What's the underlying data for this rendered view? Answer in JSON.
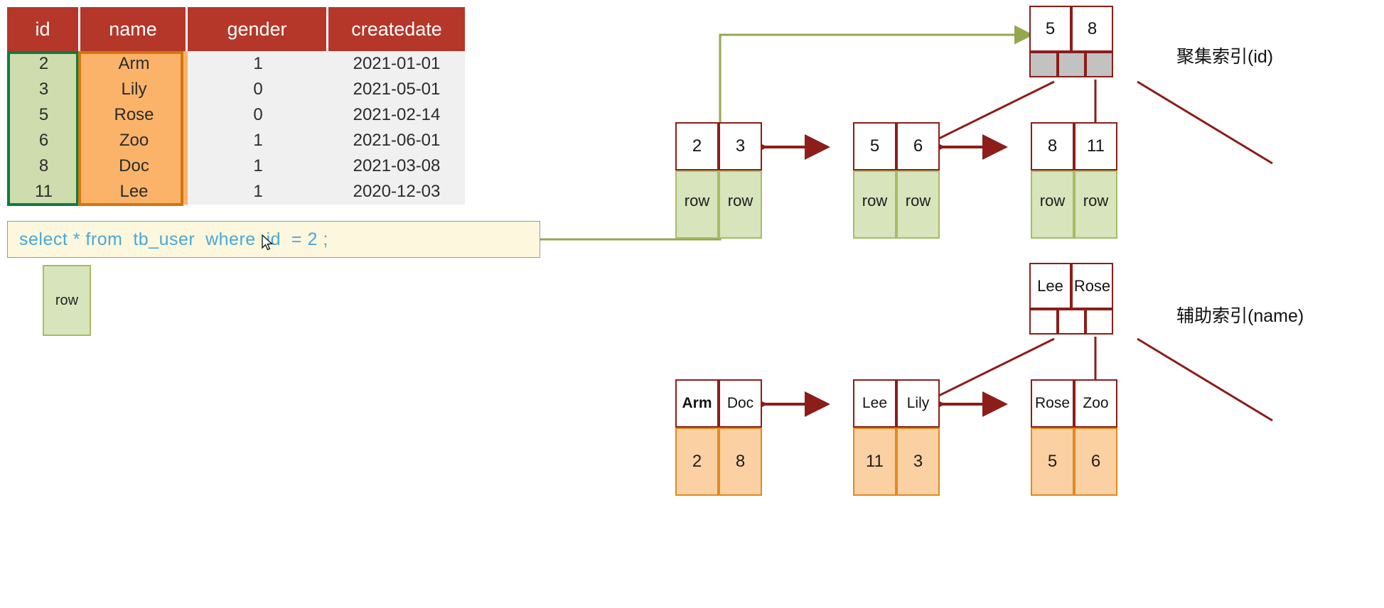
{
  "table": {
    "columns": [
      "id",
      "name",
      "gender",
      "createdate"
    ],
    "rows": [
      {
        "id": "2",
        "name": "Arm",
        "gender": "1",
        "createdate": "2021-01-01"
      },
      {
        "id": "3",
        "name": "Lily",
        "gender": "0",
        "createdate": "2021-05-01"
      },
      {
        "id": "5",
        "name": "Rose",
        "gender": "0",
        "createdate": "2021-02-14"
      },
      {
        "id": "6",
        "name": "Zoo",
        "gender": "1",
        "createdate": "2021-06-01"
      },
      {
        "id": "8",
        "name": "Doc",
        "gender": "1",
        "createdate": "2021-03-08"
      },
      {
        "id": "11",
        "name": "Lee",
        "gender": "1",
        "createdate": "2020-12-03"
      }
    ],
    "highlight_id_color": "#0f7b3e",
    "highlight_name_color": "#d4760e",
    "header_color": "#b4372a"
  },
  "sql": {
    "text": "select * from  tb_user  where  id  = 2 ;",
    "color": "#49a8d8"
  },
  "result_row": {
    "label": "row"
  },
  "clustered_index": {
    "label": "聚集索引(id)",
    "root": {
      "keys": [
        "5",
        "8"
      ],
      "pointers": [
        "",
        "",
        ""
      ]
    },
    "leaves": [
      {
        "keys": [
          "2",
          "3"
        ],
        "data": [
          "row",
          "row"
        ]
      },
      {
        "keys": [
          "5",
          "6"
        ],
        "data": [
          "row",
          "row"
        ]
      },
      {
        "keys": [
          "8",
          "11"
        ],
        "data": [
          "row",
          "row"
        ]
      }
    ]
  },
  "secondary_index": {
    "label": "辅助索引(name)",
    "root": {
      "keys": [
        "Lee",
        "Rose"
      ],
      "pointers": [
        "",
        "",
        ""
      ]
    },
    "leaves": [
      {
        "keys": [
          "Arm",
          "Doc"
        ],
        "data": [
          "2",
          "8"
        ]
      },
      {
        "keys": [
          "Lee",
          "Lily"
        ],
        "data": [
          "11",
          "3"
        ]
      },
      {
        "keys": [
          "Rose",
          "Zoo"
        ],
        "data": [
          "5",
          "6"
        ]
      }
    ]
  },
  "colors": {
    "tree_border": "#8c1d18",
    "leaf_green_fill": "#d8e4bc",
    "leaf_green_border": "#a5bd63",
    "leaf_orange_fill": "#fbd0a2",
    "leaf_orange_border": "#e08a21",
    "query_arrow": "#93a84f"
  }
}
